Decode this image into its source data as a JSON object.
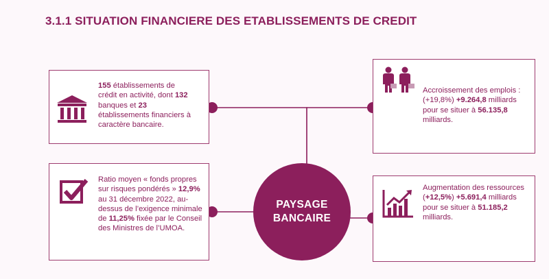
{
  "title": "3.1.1 SITUATION FINANCIERE DES ETABLISSEMENTS DE CREDIT",
  "center": {
    "line1": "PAYSAGE",
    "line2": "BANCAIRE"
  },
  "colors": {
    "primary": "#8c1f5c",
    "background": "#fdf8fb"
  },
  "boxes": {
    "top_left": {
      "icon": "bank-icon",
      "segments": [
        {
          "t": "155",
          "b": true
        },
        {
          "t": " établissements de crédit en activité, dont "
        },
        {
          "t": "132",
          "b": true
        },
        {
          "t": " banques et "
        },
        {
          "t": "23",
          "b": true
        },
        {
          "t": " établissements financiers à caractère bancaire."
        }
      ]
    },
    "bottom_left": {
      "icon": "checkbox-icon",
      "segments": [
        {
          "t": "Ratio moyen « fonds propres sur risques pondérés » "
        },
        {
          "t": "12,9%",
          "b": true
        },
        {
          "t": " au 31 décembre 2022, au-dessus de l’exigence minimale de "
        },
        {
          "t": "11,25%",
          "b": true
        },
        {
          "t": " fixée par le Conseil des Ministres de l’UMOA."
        }
      ]
    },
    "top_right": {
      "icon": "employees-icon",
      "segments": [
        {
          "t": "Accroissement des emplois : (+19,8%) "
        },
        {
          "t": "+9.264,8",
          "b": true
        },
        {
          "t": " milliards pour se situer à "
        },
        {
          "t": "56.135,8",
          "b": true
        },
        {
          "t": " milliards."
        }
      ]
    },
    "bottom_right": {
      "icon": "growth-chart-icon",
      "segments": [
        {
          "t": "Augmentation des ressources ("
        },
        {
          "t": "+12,5%",
          "b": true
        },
        {
          "t": ") "
        },
        {
          "t": "+5.691,4",
          "b": true
        },
        {
          "t": " milliards pour se situer à "
        },
        {
          "t": "51.185,2",
          "b": true
        },
        {
          "t": " milliards."
        }
      ]
    }
  }
}
